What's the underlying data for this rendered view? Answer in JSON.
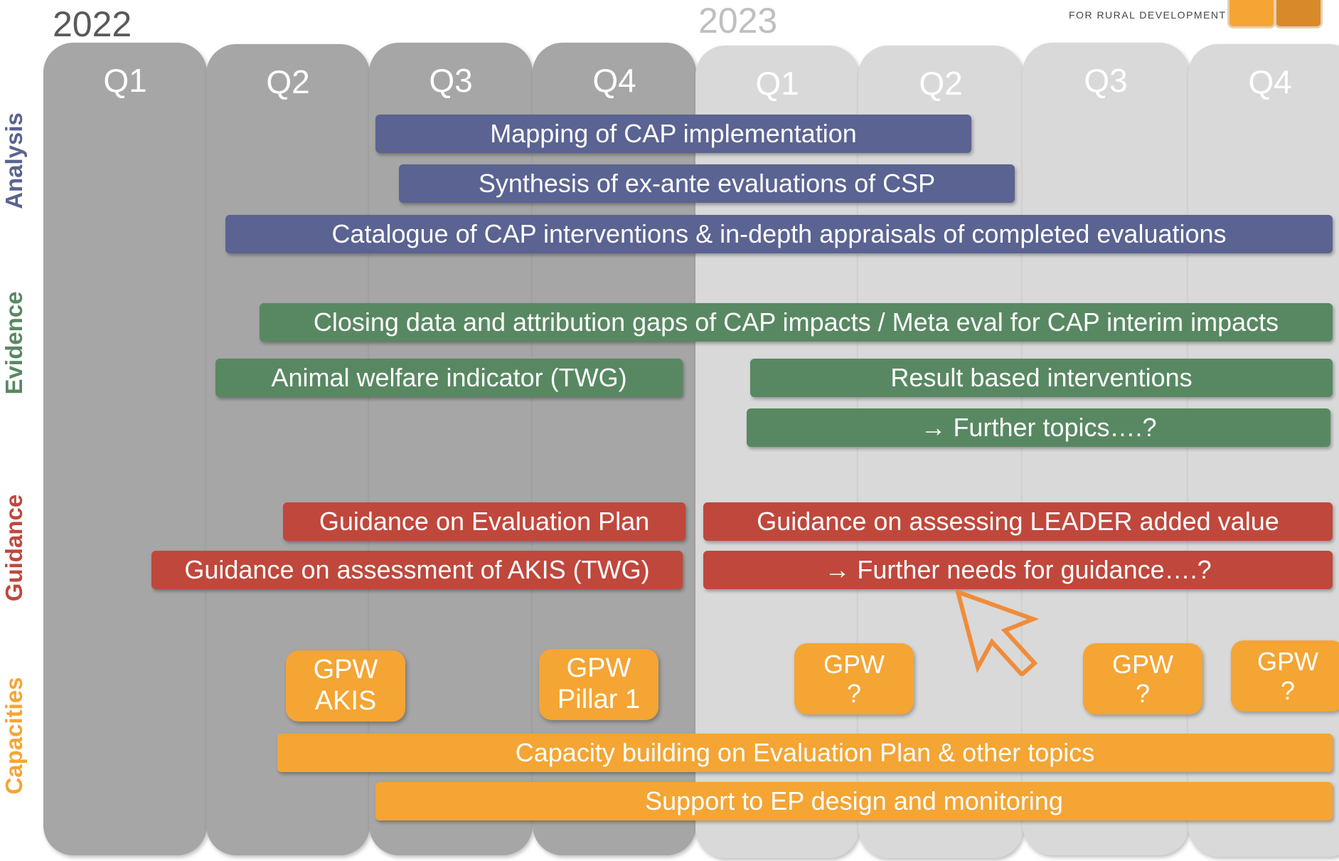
{
  "years": {
    "first": "2022",
    "second": "2023"
  },
  "logo": {
    "text": "FOR RURAL DEVELOPMENT"
  },
  "quarters": [
    "Q1",
    "Q2",
    "Q3",
    "Q4",
    "Q1",
    "Q2",
    "Q3",
    "Q4"
  ],
  "row_labels": {
    "analysis": "Analysis",
    "evidence": "Evidence",
    "guidance": "Guidance",
    "capacities": "Capacities"
  },
  "colors": {
    "analysis": "#5a6391",
    "evidence": "#588862",
    "guidance": "#c0473c",
    "capacities": "#f4a534",
    "past_quarter": "#a6a6a6",
    "future_quarter": "#d9d9d9",
    "cursor": "#f08c3a"
  },
  "analysis": {
    "mapping": "Mapping of CAP implementation",
    "synthesis": "Synthesis of ex-ante evaluations of CSP",
    "catalogue": "Catalogue of CAP interventions &  in-depth appraisals of completed evaluations"
  },
  "evidence": {
    "closing": "Closing data and attribution gaps of CAP impacts / Meta eval for CAP interim impacts",
    "animal": "Animal welfare indicator (TWG)",
    "result": "Result based interventions",
    "further": "→ Further topics….?"
  },
  "guidance": {
    "evaluation_plan": "Guidance on Evaluation Plan",
    "leader": "Guidance on assessing LEADER added value",
    "akis": "Guidance on assessment of AKIS (TWG)",
    "further": "→ Further needs for guidance….?"
  },
  "capacities": {
    "gpw_akis": {
      "line1": "GPW",
      "line2": "AKIS"
    },
    "gpw_pillar": {
      "line1": "GPW",
      "line2": "Pillar 1"
    },
    "gpw_q1": {
      "line1": "GPW",
      "line2": "?"
    },
    "gpw_q3": {
      "line1": "GPW",
      "line2": "?"
    },
    "gpw_q4": {
      "line1": "GPW",
      "line2": "?"
    },
    "capacity_building": "Capacity building on Evaluation Plan & other topics",
    "support": "Support to EP design and monitoring"
  }
}
